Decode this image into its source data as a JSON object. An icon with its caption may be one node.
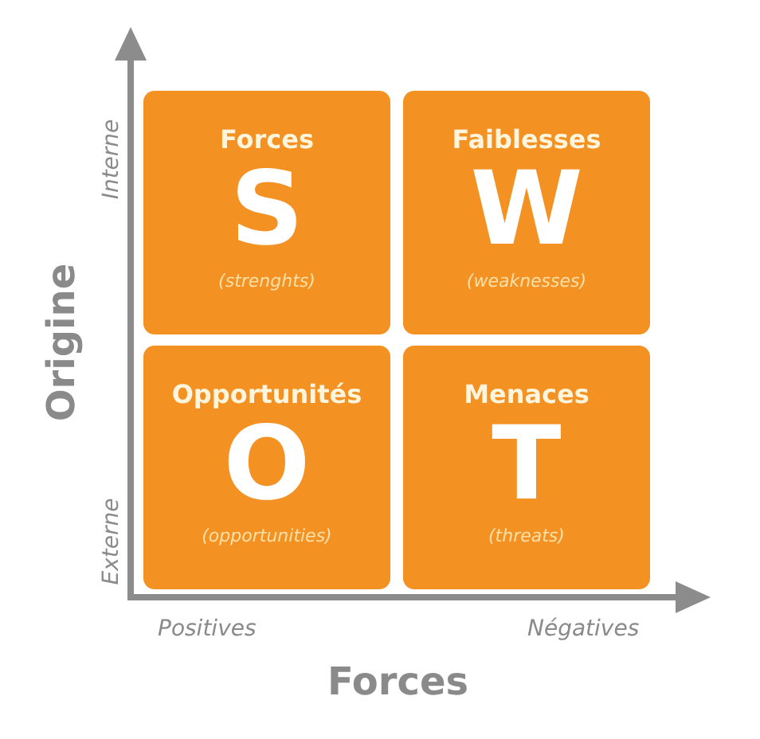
{
  "diagram": {
    "nodes": [
      {
        "text": [
          "Forces",
          "S",
          "(strenghts)"
        ]
      },
      {
        "text": [
          "Faiblesses",
          "W",
          "(weaknesses)"
        ]
      },
      {
        "text": [
          "Opportunités",
          "O",
          "(opportunities)"
        ]
      },
      {
        "text": [
          "Menaces",
          "T",
          "(threats)"
        ]
      }
    ],
    "labels": [
      "Interne",
      "Origine",
      "Externe",
      "Positives",
      "Négatives",
      "Forces"
    ]
  }
}
